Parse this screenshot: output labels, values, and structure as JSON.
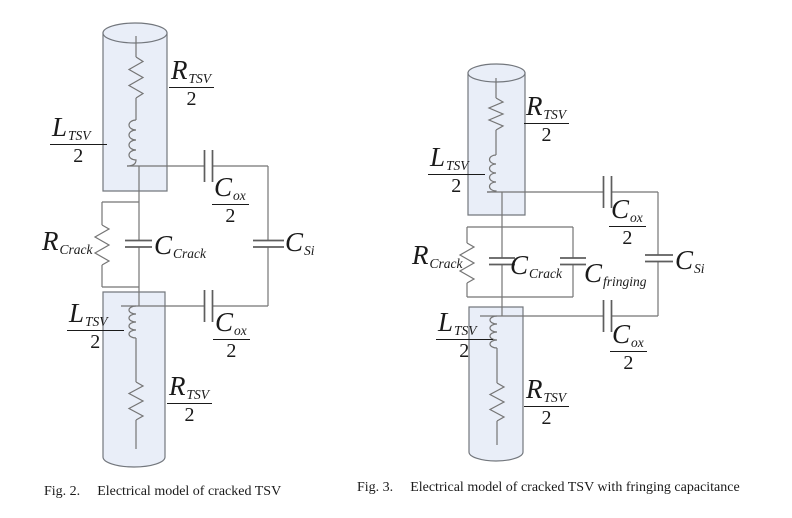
{
  "colors": {
    "line": "#757575",
    "plate": "#5e5e5e",
    "cyl": "#73777d",
    "tsv_fill": "#e9eef8",
    "ink": "#1a1a1a"
  },
  "fig2": {
    "caption": {
      "tag": "Fig. 2.",
      "text": "Electrical model of cracked TSV"
    },
    "labels": {
      "r_tsv_top": {
        "sym": "R",
        "sub": "TSV",
        "den": "2"
      },
      "l_tsv_top": {
        "sym": "L",
        "sub": "TSV",
        "den": "2"
      },
      "c_ox_top": {
        "sym": "C",
        "sub": "ox",
        "den": "2"
      },
      "r_crack": {
        "sym": "R",
        "sub": "Crack"
      },
      "c_crack": {
        "sym": "C",
        "sub": "Crack"
      },
      "c_si": {
        "sym": "C",
        "sub": "Si"
      },
      "c_ox_bottom": {
        "sym": "C",
        "sub": "ox",
        "den": "2"
      },
      "l_tsv_bottom": {
        "sym": "L",
        "sub": "TSV",
        "den": "2"
      },
      "r_tsv_bottom": {
        "sym": "R",
        "sub": "TSV",
        "den": "2"
      }
    }
  },
  "fig3": {
    "caption": {
      "tag": "Fig. 3.",
      "text": "Electrical model of cracked TSV with fringing capacitance"
    },
    "labels": {
      "r_tsv_top": {
        "sym": "R",
        "sub": "TSV",
        "den": "2"
      },
      "l_tsv_top": {
        "sym": "L",
        "sub": "TSV",
        "den": "2"
      },
      "c_ox_top": {
        "sym": "C",
        "sub": "ox",
        "den": "2"
      },
      "r_crack": {
        "sym": "R",
        "sub": "Crack"
      },
      "c_crack": {
        "sym": "C",
        "sub": "Crack"
      },
      "c_fringing": {
        "sym": "C",
        "sub": "fringing"
      },
      "c_si": {
        "sym": "C",
        "sub": "Si"
      },
      "c_ox_bottom": {
        "sym": "C",
        "sub": "ox",
        "den": "2"
      },
      "l_tsv_bottom": {
        "sym": "L",
        "sub": "TSV",
        "den": "2"
      },
      "r_tsv_bottom": {
        "sym": "R",
        "sub": "TSV",
        "den": "2"
      }
    }
  }
}
